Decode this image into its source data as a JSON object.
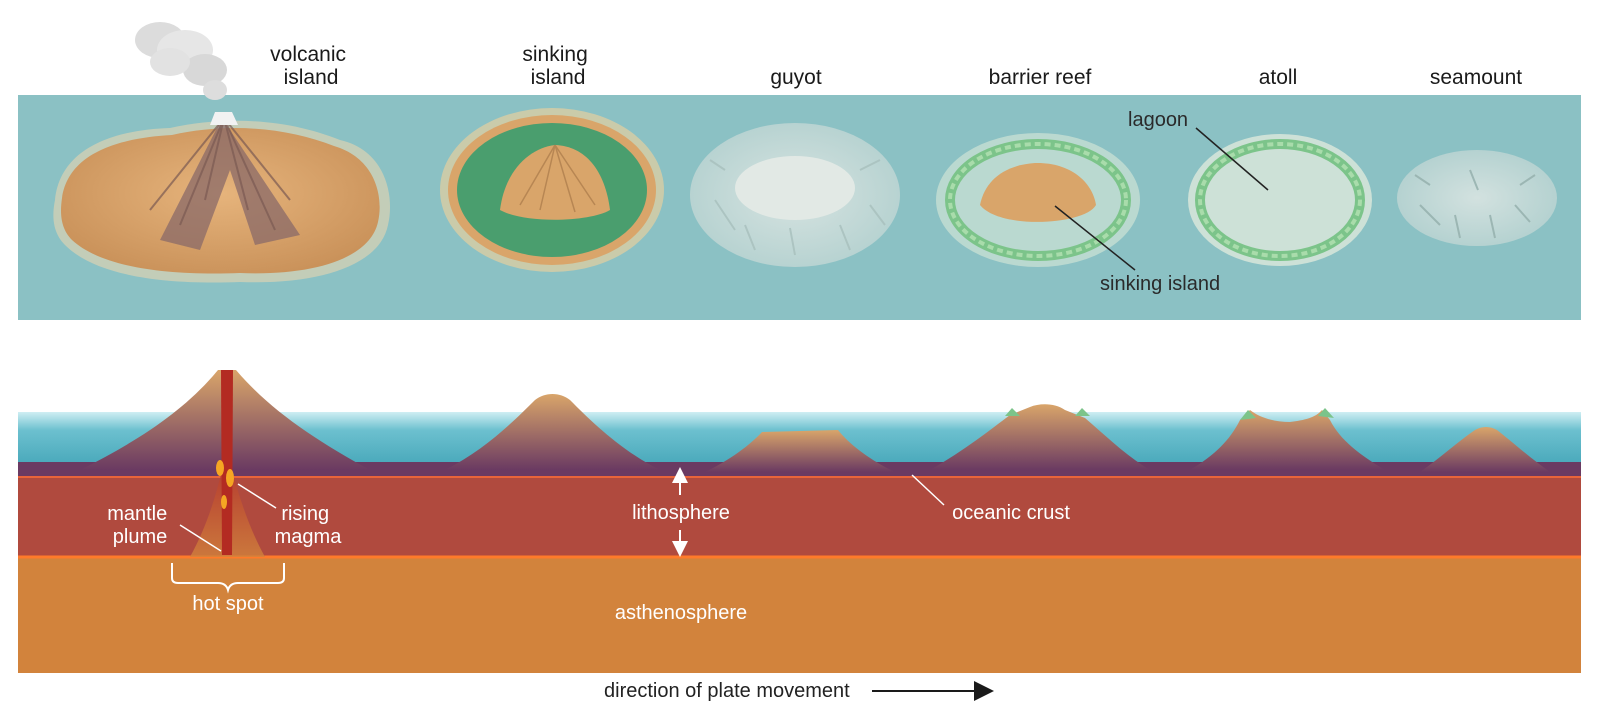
{
  "stages": {
    "volcanic_island": [
      "volcanic",
      "island"
    ],
    "sinking_island": [
      "sinking",
      "island"
    ],
    "guyot": [
      "guyot"
    ],
    "barrier_reef": [
      "barrier reef"
    ],
    "atoll": [
      "atoll"
    ],
    "seamount": [
      "seamount"
    ]
  },
  "top_labels": {
    "lagoon": "lagoon",
    "sinking_island": "sinking island"
  },
  "cross_section_labels": {
    "mantle_plume": [
      "mantle",
      "plume"
    ],
    "rising_magma": [
      "rising",
      "magma"
    ],
    "hot_spot": "hot spot",
    "lithosphere": "lithosphere",
    "oceanic_crust": "oceanic crust",
    "asthenosphere": "asthenosphere"
  },
  "caption": "direction of plate movement",
  "colors": {
    "sea_top": "#8bc1c4",
    "island_sand": "#d9a56a",
    "reef_green": "#4a9e6e",
    "lithosphere": "#b04a3e",
    "asthenosphere": "#d2833c",
    "ocean": "#5db8c8"
  }
}
